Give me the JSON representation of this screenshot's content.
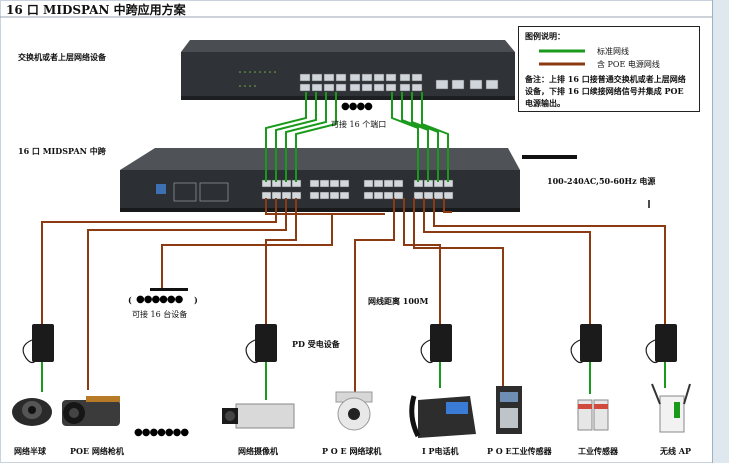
{
  "title": "16 口 MIDSPAN 中跨应用方案",
  "labels": {
    "switch": "交换机或者上层网络设备",
    "midspan": "16 口 MIDSPAN 中跨",
    "ports_16": "可接 16 个端口",
    "devices_16": "可接 16 台设备",
    "power_spec": "100-240AC,50-60Hz 电源",
    "pd_devices": "PD 受电设备",
    "cable_distance": "网线距离 100M",
    "paren_open": "(",
    "paren_close": ")"
  },
  "legend": {
    "title": "图例说明：",
    "standard": "标准网线",
    "poe": "含 POE 电源网线",
    "note": "备注：上排 16 口接普通交换机或者上层网络设备，下排 16 口续接网络信号并集成 POE 电源输出。",
    "colors": {
      "standard": "#1a9a1a",
      "poe": "#8b3a12"
    }
  },
  "devices": [
    {
      "name": "网络半球",
      "icon": "dome-camera-icon"
    },
    {
      "name": "POE 网络枪机",
      "icon": "bullet-camera-icon"
    },
    {
      "name": "网络摄像机",
      "icon": "box-camera-icon"
    },
    {
      "name": "P O E  网络球机",
      "icon": "speed-dome-icon"
    },
    {
      "name": "I P电话机",
      "icon": "ip-phone-icon"
    },
    {
      "name": "P O E工业传感器",
      "icon": "poe-sensor-icon"
    },
    {
      "name": "工业传感器",
      "icon": "industrial-sensor-icon"
    },
    {
      "name": "无线 AP",
      "icon": "wireless-ap-icon"
    }
  ]
}
